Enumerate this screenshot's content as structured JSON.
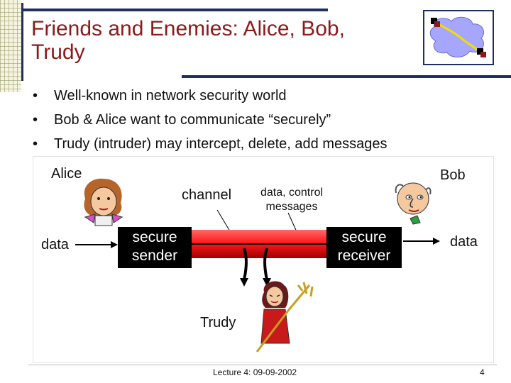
{
  "slide": {
    "title": "Friends and Enemies: Alice, Bob, Trudy",
    "bullets": [
      "Well-known in network security world",
      "Bob & Alice want to communicate “securely”",
      "Trudy (intruder) may intercept, delete, add messages"
    ],
    "bullet_glyph": "•"
  },
  "diagram": {
    "alice_label": "Alice",
    "bob_label": "Bob",
    "channel_label": "channel",
    "data_control_label": "data, control messages",
    "data_left": "data",
    "data_right": "data",
    "secure_sender": "secure sender",
    "secure_receiver": "secure receiver",
    "trudy_label": "Trudy"
  },
  "footer": {
    "lecture": "Lecture 4: 09-09-2002",
    "page": "4"
  },
  "colors": {
    "title": "#8b1a1a",
    "channel_red": "#e00000",
    "bar_navy": "#1f2f5f"
  }
}
